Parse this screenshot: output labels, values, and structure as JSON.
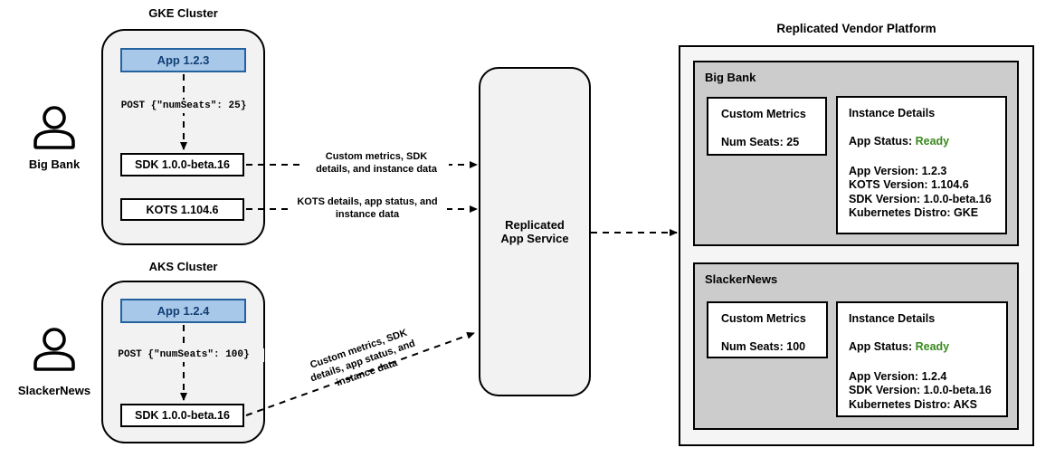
{
  "users": [
    {
      "name": "Big Bank",
      "icon": "person-icon"
    },
    {
      "name": "SlackerNews",
      "icon": "person-icon"
    }
  ],
  "clusters": [
    {
      "title": "GKE Cluster",
      "app_label": "App 1.2.3",
      "post_label": "POST {\"numSeats\": 25}",
      "components": [
        "SDK 1.0.0-beta.16",
        "KOTS 1.104.6"
      ]
    },
    {
      "title": "AKS Cluster",
      "app_label": "App 1.2.4",
      "post_label": "POST {\"numSeats\": 100}",
      "components": [
        "SDK 1.0.0-beta.16"
      ]
    }
  ],
  "arrows": {
    "sdk_label": "Custom metrics, SDK\ndetails, and instance data",
    "kots_label": "KOTS details, app status, and\ninstance data",
    "diagonal_label": "Custom metrics, SDK\ndetails, app status, and\ninstance data"
  },
  "service": {
    "name": "Replicated\nApp Service"
  },
  "platform": {
    "title": "Replicated Vendor Platform",
    "customers": [
      {
        "name": "Big Bank",
        "custom_metrics": {
          "title": "Custom Metrics",
          "metric": "Num Seats: 25"
        },
        "instance_details": {
          "title": "Instance Details",
          "status_label": "App Status: ",
          "status_value": "Ready",
          "lines": [
            "App Version: 1.2.3",
            "KOTS Version: 1.104.6",
            "SDK Version: 1.0.0-beta.16",
            "Kubernetes Distro: GKE"
          ]
        }
      },
      {
        "name": "SlackerNews",
        "custom_metrics": {
          "title": "Custom Metrics",
          "metric": "Num Seats: 100"
        },
        "instance_details": {
          "title": "Instance Details",
          "status_label": "App Status: ",
          "status_value": "Ready",
          "lines": [
            "App Version: 1.2.4",
            "SDK Version: 1.0.0-beta.16",
            "Kubernetes Distro: AKS"
          ]
        }
      }
    ]
  },
  "colors": {
    "cluster_fill": "#f2f2f2",
    "platform_fill": "#f5f5f5",
    "panel_fill": "#cccccc",
    "app_fill": "#a7c8e9",
    "app_border": "#24629f",
    "app_text": "#133f75",
    "status_ready": "#3a8a1e"
  }
}
